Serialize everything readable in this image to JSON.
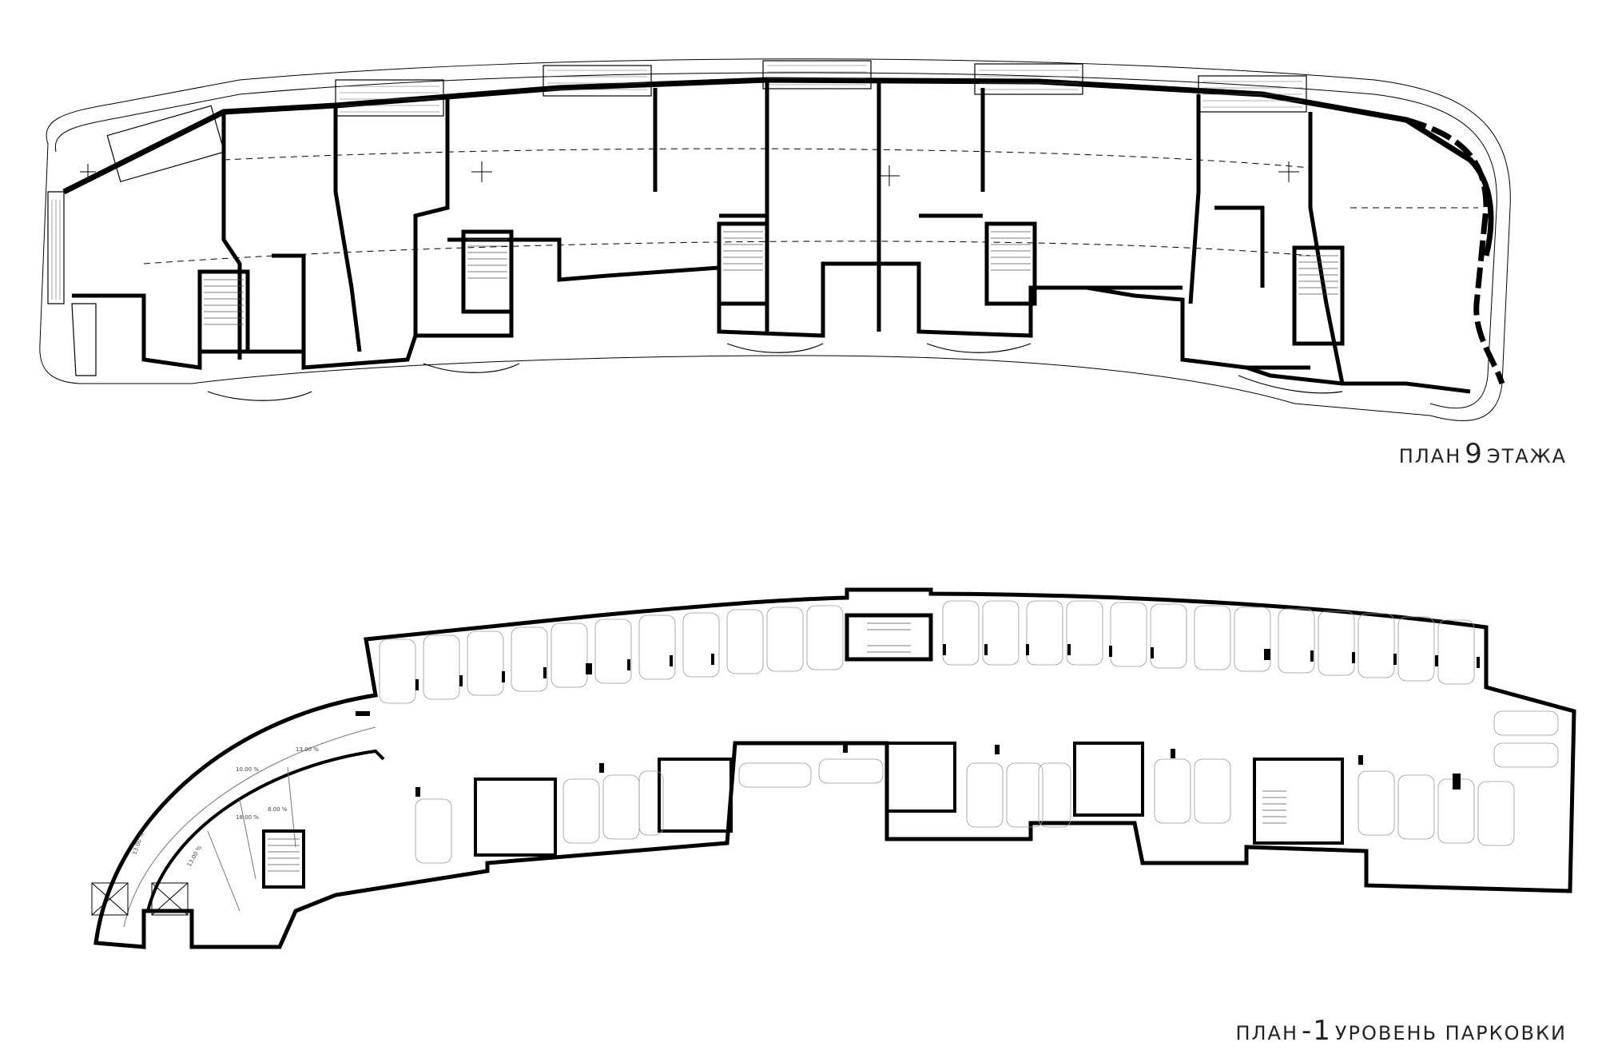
{
  "captions": {
    "floor9": {
      "pre": "ПЛАН",
      "num": "9",
      "post": "ЭТАЖА"
    },
    "parking": {
      "pre": "ПЛАН",
      "num": "-1",
      "post": "УРОВЕНЬ ПАРКОВКИ"
    }
  },
  "ramp_labels": [
    "10.00 %",
    "13.00 %",
    "18.00 %",
    "8.00 %",
    "13.00 %",
    "13.00 %"
  ]
}
